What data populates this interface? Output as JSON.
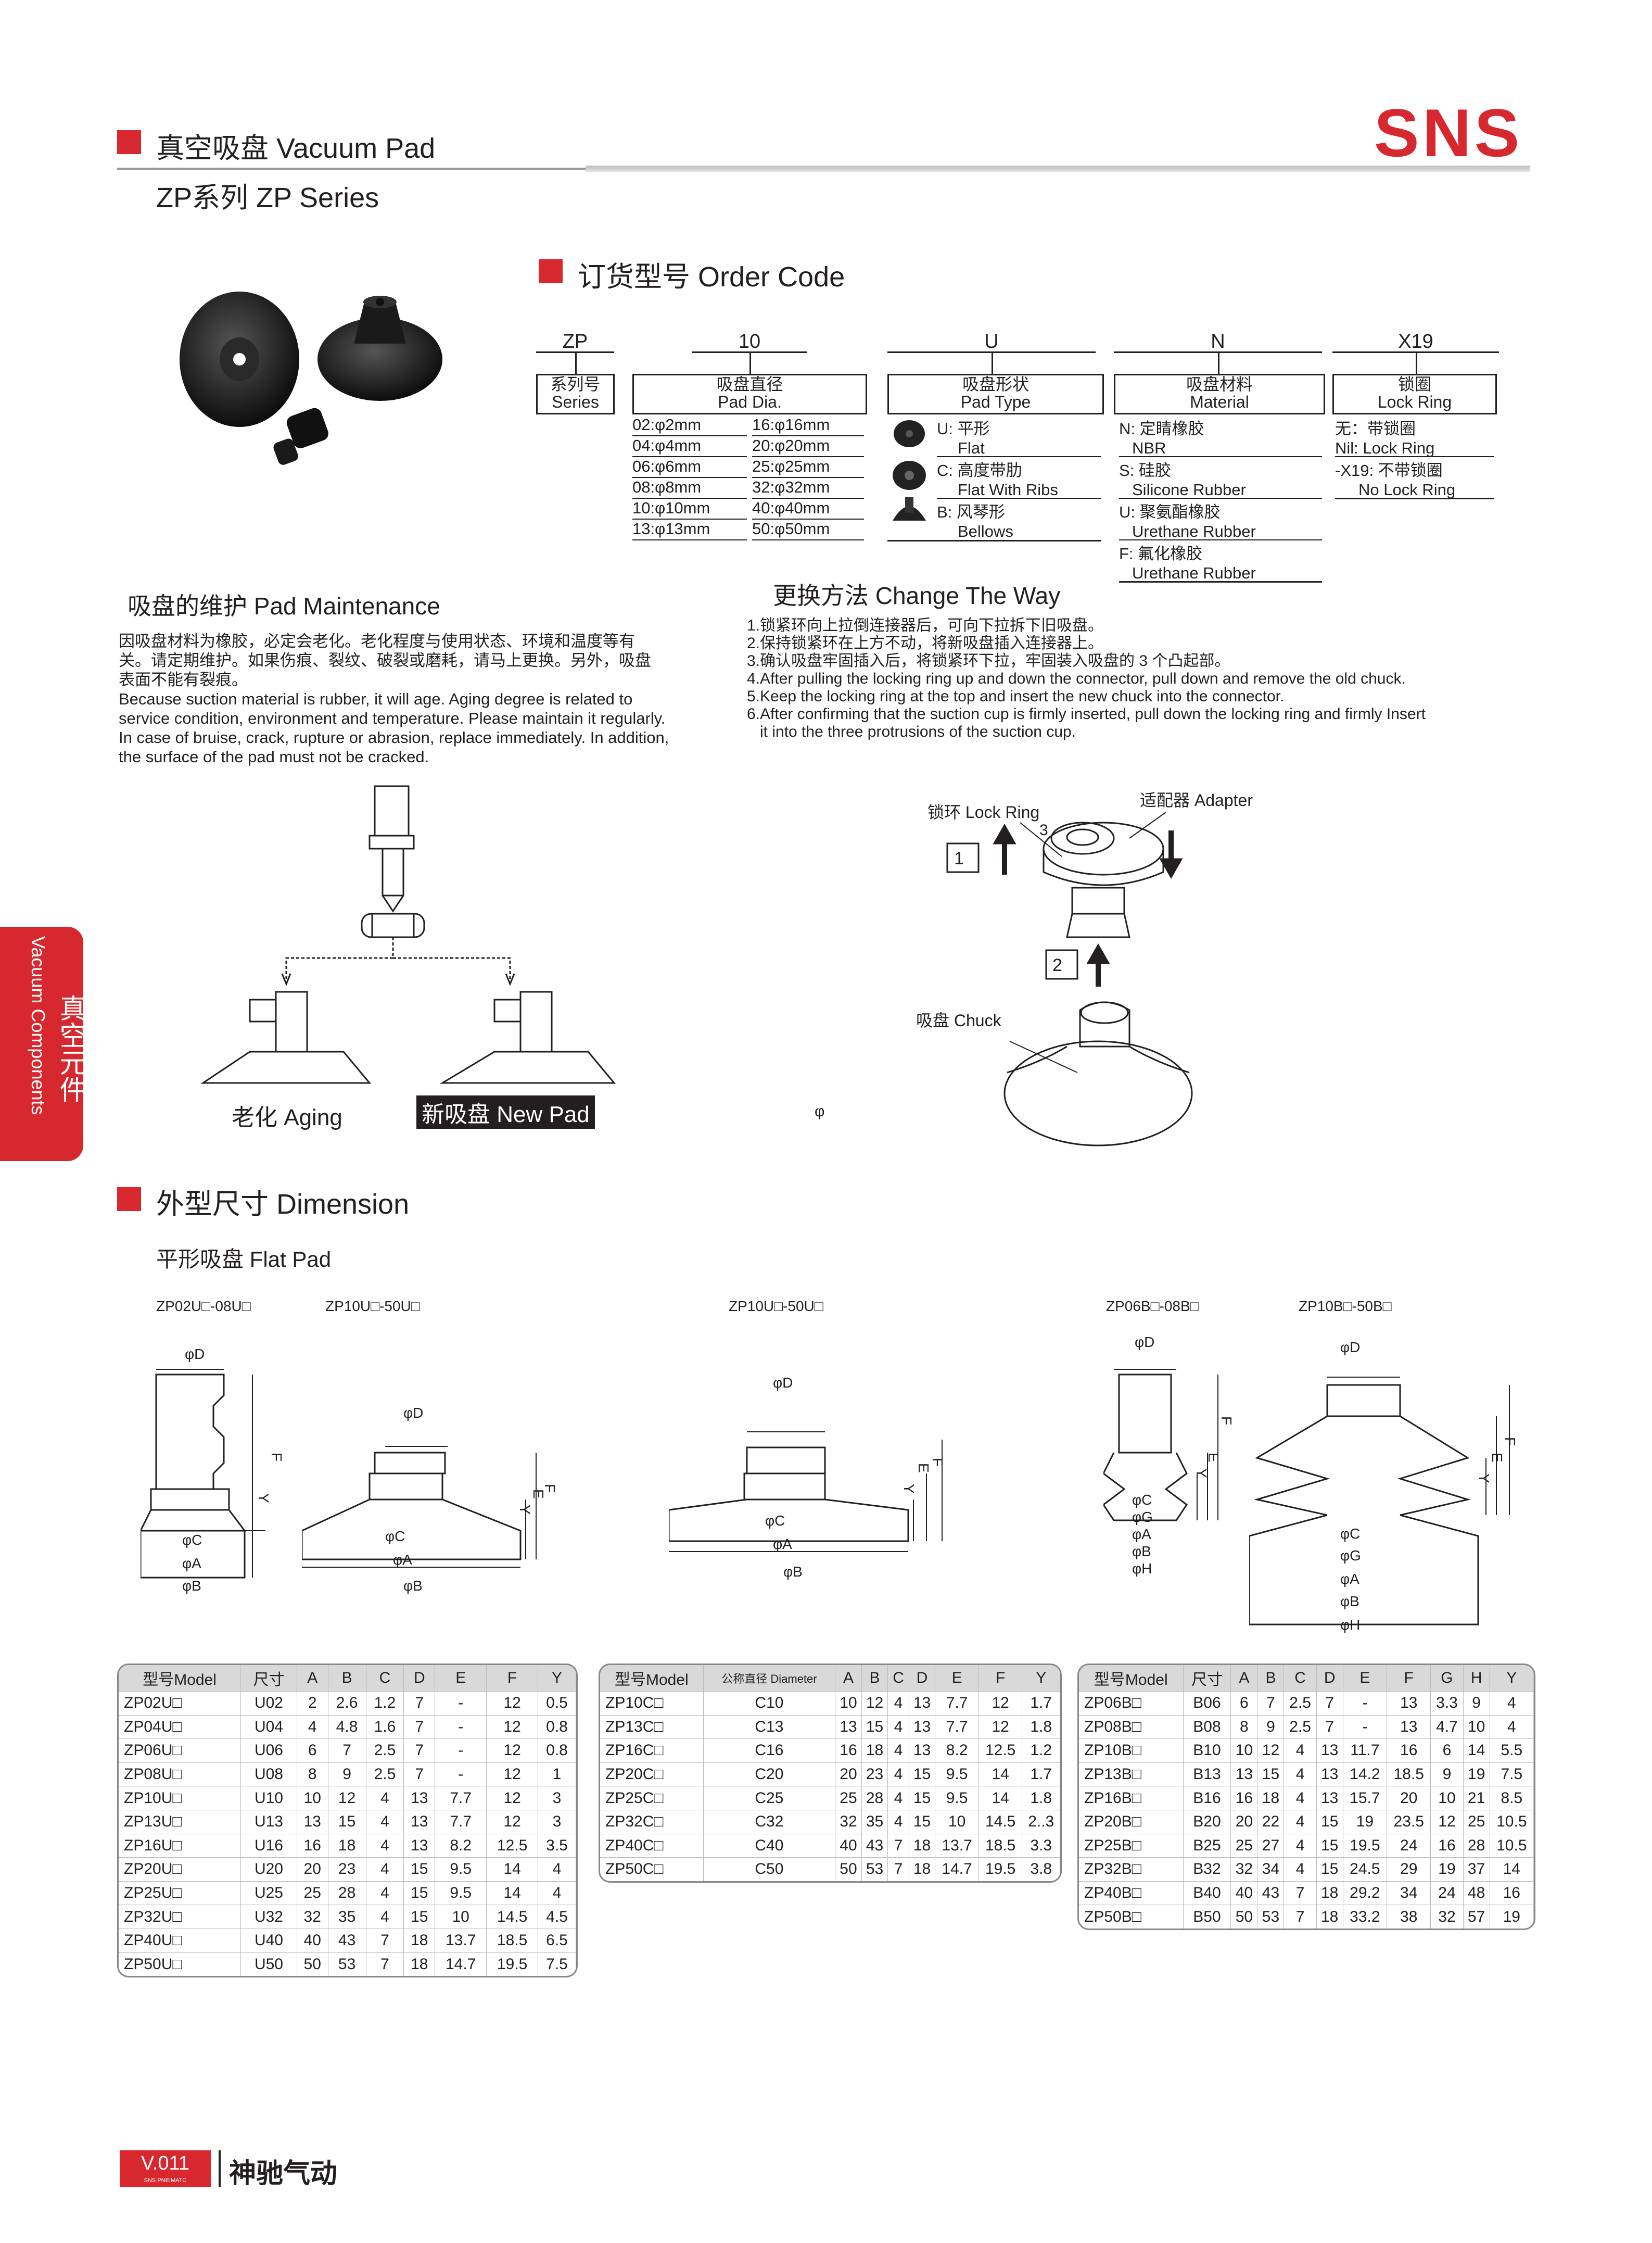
{
  "header": {
    "title": "真空吸盘 Vacuum Pad",
    "subtitle": "ZP系列 ZP Series",
    "logo": "SNS",
    "accent": "#d7282f"
  },
  "side_tab": {
    "cn": "真空元件",
    "en": "Vacuum Components"
  },
  "order_code": {
    "heading": "订货型号 Order Code",
    "top": [
      "ZP",
      "10",
      "U",
      "N",
      "X19"
    ],
    "series_box": [
      "系列号",
      "Series"
    ],
    "dia_box": [
      "吸盘直径",
      "Pad Dia."
    ],
    "dia_left": [
      "02:φ2mm",
      "04:φ4mm",
      "06:φ6mm",
      "08:φ8mm",
      "10:φ10mm",
      "13:φ13mm"
    ],
    "dia_right": [
      "16:φ16mm",
      "20:φ20mm",
      "25:φ25mm",
      "32:φ32mm",
      "40:φ40mm",
      "50:φ50mm"
    ],
    "type_box": [
      "吸盘形状",
      "Pad Type"
    ],
    "types": [
      [
        "U: 平形",
        "Flat"
      ],
      [
        "C: 高度带肋",
        "Flat With Ribs"
      ],
      [
        "B: 风琴形",
        "Bellows"
      ]
    ],
    "mat_box": [
      "吸盘材料",
      "Material"
    ],
    "materials": [
      [
        "N: 定睛橡胶",
        "NBR"
      ],
      [
        "S: 硅胶",
        "Silicone Rubber"
      ],
      [
        "U: 聚氨酯橡胶",
        "Urethane Rubber"
      ],
      [
        "F: 氟化橡胶",
        "Urethane Rubber"
      ]
    ],
    "lock_box": [
      "锁圈",
      "Lock Ring"
    ],
    "locks": [
      [
        "无：带锁圈",
        "Nil: Lock Ring"
      ],
      [
        "-X19: 不带锁圈",
        "No Lock Ring"
      ]
    ]
  },
  "maintenance": {
    "heading": "吸盘的维护 Pad Maintenance",
    "cn": [
      "因吸盘材料为橡胶，必定会老化。老化程度与使用状态、环境和温度等有",
      "关。请定期维护。如果伤痕、裂纹、破裂或磨耗，请马上更换。另外，吸盘",
      "表面不能有裂痕。"
    ],
    "en": [
      "Because suction material is rubber, it will age. Aging degree is related to",
      "service condition, environment and temperature. Please maintain it regularly.",
      "In case of bruise, crack, rupture or abrasion, replace immediately. In addition,",
      "the surface of the pad must not be cracked."
    ],
    "aging_label": "老化 Aging",
    "new_label": "新吸盘 New Pad"
  },
  "change": {
    "heading": "更换方法 Change The Way",
    "steps": [
      "1.锁紧环向上拉倒连接器后，可向下拉拆下旧吸盘。",
      "2.保持锁紧环在上方不动，将新吸盘插入连接器上。",
      "3.确认吸盘牢固插入后，将锁紧环下拉，牢固装入吸盘的 3 个凸起部。",
      "4.After pulling the locking ring up and down the connector, pull down and remove the old chuck.",
      "5.Keep the locking ring at the top and insert the new chuck into the connector.",
      "6.After confirming that the suction cup is firmly inserted, pull down the locking ring and firmly Insert",
      "   it into the three protrusions of the suction cup."
    ],
    "lock_ring": "锁环 Lock Ring",
    "adapter": "适配器 Adapter",
    "chuck": "吸盘 Chuck",
    "n1": "1",
    "n2": "2",
    "n3": "3",
    "phi": "φ"
  },
  "dimension": {
    "heading": "外型尺寸 Dimension",
    "sub": "平形吸盘 Flat Pad",
    "captions": [
      "ZP02U□-08U□",
      "ZP10U□-50U□",
      "ZP10U□-50U□",
      "ZP06B□-08B□",
      "ZP10B□-50B□"
    ],
    "labels": {
      "D": "φD",
      "C": "φC",
      "A": "φA",
      "B": "φB",
      "G": "φG",
      "H": "φH",
      "F": "F",
      "E": "E",
      "Y": "Y"
    }
  },
  "table_u": {
    "headers": [
      "型号Model",
      "尺寸",
      "A",
      "B",
      "C",
      "D",
      "E",
      "F",
      "Y"
    ],
    "rows": [
      [
        "ZP02U□",
        "U02",
        "2",
        "2.6",
        "1.2",
        "7",
        "-",
        "12",
        "0.5"
      ],
      [
        "ZP04U□",
        "U04",
        "4",
        "4.8",
        "1.6",
        "7",
        "-",
        "12",
        "0.8"
      ],
      [
        "ZP06U□",
        "U06",
        "6",
        "7",
        "2.5",
        "7",
        "-",
        "12",
        "0.8"
      ],
      [
        "ZP08U□",
        "U08",
        "8",
        "9",
        "2.5",
        "7",
        "-",
        "12",
        "1"
      ],
      [
        "ZP10U□",
        "U10",
        "10",
        "12",
        "4",
        "13",
        "7.7",
        "12",
        "3"
      ],
      [
        "ZP13U□",
        "U13",
        "13",
        "15",
        "4",
        "13",
        "7.7",
        "12",
        "3"
      ],
      [
        "ZP16U□",
        "U16",
        "16",
        "18",
        "4",
        "13",
        "8.2",
        "12.5",
        "3.5"
      ],
      [
        "ZP20U□",
        "U20",
        "20",
        "23",
        "4",
        "15",
        "9.5",
        "14",
        "4"
      ],
      [
        "ZP25U□",
        "U25",
        "25",
        "28",
        "4",
        "15",
        "9.5",
        "14",
        "4"
      ],
      [
        "ZP32U□",
        "U32",
        "32",
        "35",
        "4",
        "15",
        "10",
        "14.5",
        "4.5"
      ],
      [
        "ZP40U□",
        "U40",
        "40",
        "43",
        "7",
        "18",
        "13.7",
        "18.5",
        "6.5"
      ],
      [
        "ZP50U□",
        "U50",
        "50",
        "53",
        "7",
        "18",
        "14.7",
        "19.5",
        "7.5"
      ]
    ]
  },
  "table_c": {
    "headers": [
      "型号Model",
      "公称直径 Diameter",
      "A",
      "B",
      "C",
      "D",
      "E",
      "F",
      "Y"
    ],
    "rows": [
      [
        "ZP10C□",
        "C10",
        "10",
        "12",
        "4",
        "13",
        "7.7",
        "12",
        "1.7"
      ],
      [
        "ZP13C□",
        "C13",
        "13",
        "15",
        "4",
        "13",
        "7.7",
        "12",
        "1.8"
      ],
      [
        "ZP16C□",
        "C16",
        "16",
        "18",
        "4",
        "13",
        "8.2",
        "12.5",
        "1.2"
      ],
      [
        "ZP20C□",
        "C20",
        "20",
        "23",
        "4",
        "15",
        "9.5",
        "14",
        "1.7"
      ],
      [
        "ZP25C□",
        "C25",
        "25",
        "28",
        "4",
        "15",
        "9.5",
        "14",
        "1.8"
      ],
      [
        "ZP32C□",
        "C32",
        "32",
        "35",
        "4",
        "15",
        "10",
        "14.5",
        "2..3"
      ],
      [
        "ZP40C□",
        "C40",
        "40",
        "43",
        "7",
        "18",
        "13.7",
        "18.5",
        "3.3"
      ],
      [
        "ZP50C□",
        "C50",
        "50",
        "53",
        "7",
        "18",
        "14.7",
        "19.5",
        "3.8"
      ]
    ]
  },
  "table_b": {
    "headers": [
      "型号Model",
      "尺寸",
      "A",
      "B",
      "C",
      "D",
      "E",
      "F",
      "G",
      "H",
      "Y"
    ],
    "rows": [
      [
        "ZP06B□",
        "B06",
        "6",
        "7",
        "2.5",
        "7",
        "-",
        "13",
        "3.3",
        "9",
        "4"
      ],
      [
        "ZP08B□",
        "B08",
        "8",
        "9",
        "2.5",
        "7",
        "-",
        "13",
        "4.7",
        "10",
        "4"
      ],
      [
        "ZP10B□",
        "B10",
        "10",
        "12",
        "4",
        "13",
        "11.7",
        "16",
        "6",
        "14",
        "5.5"
      ],
      [
        "ZP13B□",
        "B13",
        "13",
        "15",
        "4",
        "13",
        "14.2",
        "18.5",
        "9",
        "19",
        "7.5"
      ],
      [
        "ZP16B□",
        "B16",
        "16",
        "18",
        "4",
        "13",
        "15.7",
        "20",
        "10",
        "21",
        "8.5"
      ],
      [
        "ZP20B□",
        "B20",
        "20",
        "22",
        "4",
        "15",
        "19",
        "23.5",
        "12",
        "25",
        "10.5"
      ],
      [
        "ZP25B□",
        "B25",
        "25",
        "27",
        "4",
        "15",
        "19.5",
        "24",
        "16",
        "28",
        "10.5"
      ],
      [
        "ZP32B□",
        "B32",
        "32",
        "34",
        "4",
        "15",
        "24.5",
        "29",
        "19",
        "37",
        "14"
      ],
      [
        "ZP40B□",
        "B40",
        "40",
        "43",
        "7",
        "18",
        "29.2",
        "34",
        "24",
        "48",
        "16"
      ],
      [
        "ZP50B□",
        "B50",
        "50",
        "53",
        "7",
        "18",
        "33.2",
        "38",
        "32",
        "57",
        "19"
      ]
    ]
  },
  "footer": {
    "page": "V.011",
    "brand_small": "SNS PNEIMATC",
    "brand": "神驰气动"
  }
}
